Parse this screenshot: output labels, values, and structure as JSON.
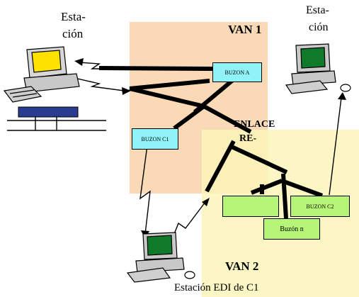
{
  "colors": {
    "van1_zone": "#f9d2aa",
    "van2_zone": "#faf5b9",
    "mailbox_cyan": "#8ff3f8",
    "mailbox_green": "#b7f577",
    "line": "#000000"
  },
  "icons": [
    "computer-workstation-icon",
    "modem-icon"
  ],
  "labels": {
    "station_left_1": "Esta-",
    "station_left_2": "ción",
    "station_right_1": "Esta-",
    "station_right_2": "ción",
    "van1": "VAN 1",
    "van2": "VAN 2",
    "link_1": "ENLACE",
    "link_2": "RE-",
    "edi_station": "Estación EDI de C1"
  },
  "mailboxes": {
    "a": "BUZON A",
    "c1": "BUZON C1",
    "c2": "BUZON C2",
    "n": "Buzón n",
    "unnamed": ""
  }
}
